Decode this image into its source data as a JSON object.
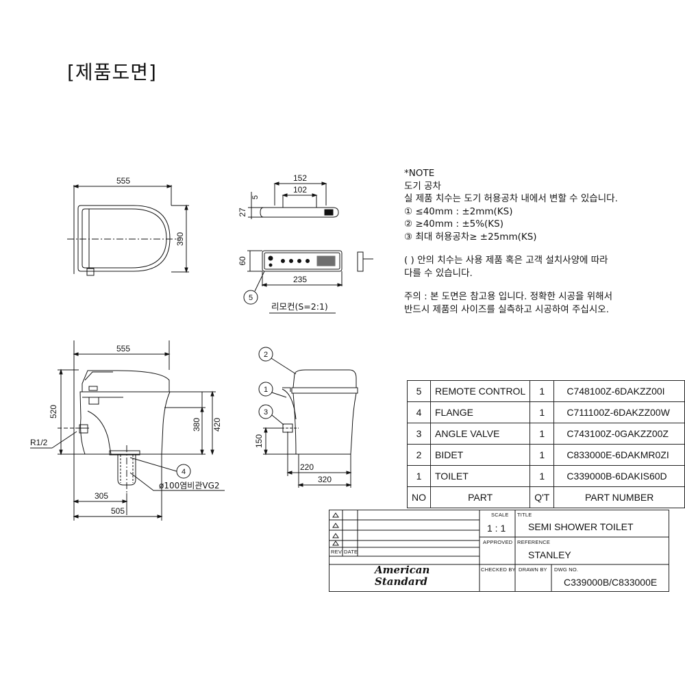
{
  "header": {
    "title": "[제품도면]"
  },
  "dims": {
    "top_width": "555",
    "top_depth": "390",
    "remote_152": "152",
    "remote_102": "102",
    "remote_5": "5",
    "remote_27": "27",
    "remote_60": "60",
    "remote_235": "235",
    "remote_caption": "리모컨(S=2:1)",
    "front_width": "555",
    "front_520": "520",
    "front_380": "380",
    "front_420": "420",
    "front_305": "305",
    "front_505": "505",
    "r12": "R1/2",
    "drain": "ø100염비관VG2",
    "side_150": "150",
    "side_220": "220",
    "side_320": "320"
  },
  "balloons": {
    "b1": "1",
    "b2": "2",
    "b3": "3",
    "b4": "4",
    "b5": "5"
  },
  "notes": {
    "title": "*NOTE",
    "subtitle": "도기 공차",
    "line1": "실 제품 치수는 도기 허용공차 내에서 변할 수 있습니다.",
    "line2": "① ≤40mm : ±2mm(KS)",
    "line3": "② ≥40mm : ±5%(KS)",
    "line4": "③ 최대 허용공차≥ ±25mm(KS)",
    "para2_1": "( ) 안의 치수는 사용 제품 혹은 고객 설치사양에 따라",
    "para2_2": "다를 수 있습니다.",
    "para3_1": "주의 : 본 도면은 참고용 입니다. 정확한 시공을 위해서",
    "para3_2": "반드시 제품의 사이즈를 실측하고 시공하여 주십시오."
  },
  "parts_table": {
    "rows": [
      {
        "no": "5",
        "part": "REMOTE CONTROL",
        "qty": "1",
        "number": "C748100Z-6DAKZZ00I"
      },
      {
        "no": "4",
        "part": "FLANGE",
        "qty": "1",
        "number": "C711100Z-6DAKZZ00W"
      },
      {
        "no": "3",
        "part": "ANGLE VALVE",
        "qty": "1",
        "number": "C743100Z-0GAKZZ00Z"
      },
      {
        "no": "2",
        "part": "BIDET",
        "qty": "1",
        "number": "C833000E-6DAKMR0ZI"
      },
      {
        "no": "1",
        "part": "TOILET",
        "qty": "1",
        "number": "C339000B-6DAKIS60D"
      }
    ],
    "headers": {
      "no": "NO",
      "part": "PART",
      "qty": "Q'T",
      "number": "PART NUMBER"
    }
  },
  "title_block": {
    "scale_label": "SCALE",
    "scale": "1 : 1",
    "title_label": "TITLE",
    "title": "SEMI SHOWER TOILET",
    "approved_label": "APPROVED",
    "reference_label": "REFERENCE",
    "reference": "STANLEY",
    "rev_label": "REV",
    "date_label": "DATE",
    "checked_label": "CHECKED BY",
    "drawn_label": "DRAWN BY",
    "dwg_label": "DWG NO.",
    "dwg_no": "C339000B/C833000E",
    "logo_line1": "American",
    "logo_line2": "Standard"
  }
}
